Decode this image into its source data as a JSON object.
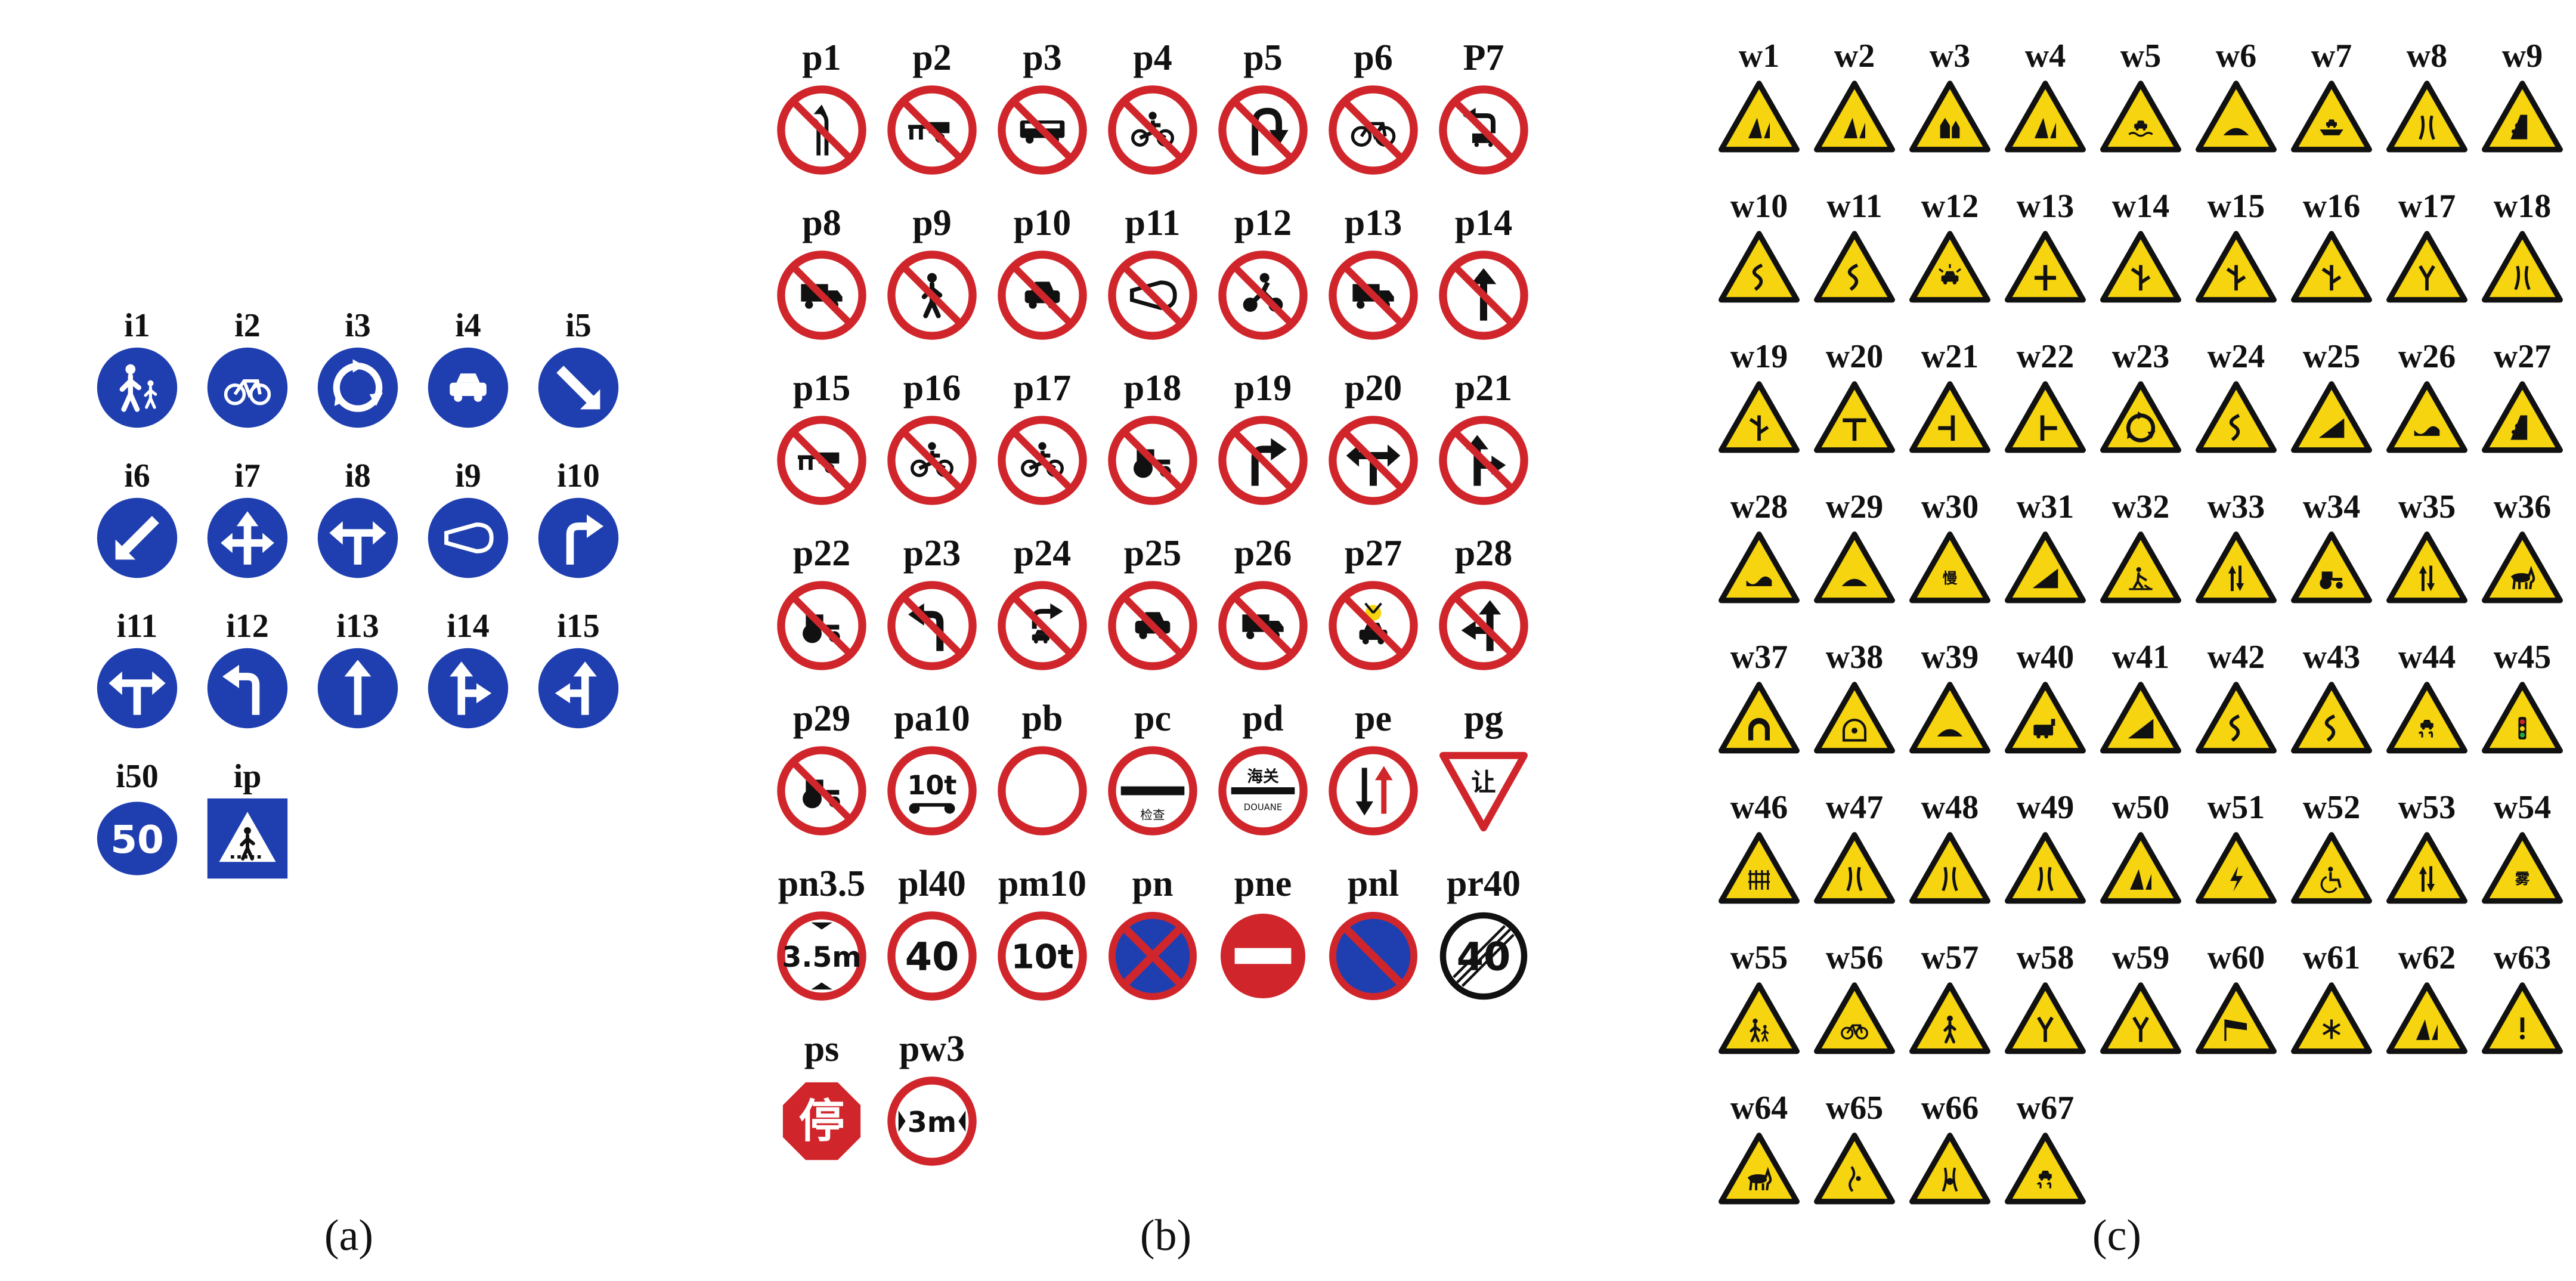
{
  "panels": [
    {
      "id": "a",
      "caption": "(a)",
      "signs": [
        {
          "code": "i1",
          "icon": "pedestrian-adult-child"
        },
        {
          "code": "i2",
          "icon": "bicycle"
        },
        {
          "code": "i3",
          "icon": "roundabout"
        },
        {
          "code": "i4",
          "icon": "car"
        },
        {
          "code": "i5",
          "icon": "arrow-down-right"
        },
        {
          "code": "i6",
          "icon": "arrow-down-left"
        },
        {
          "code": "i7",
          "icon": "arrows-straight-left-right"
        },
        {
          "code": "i8",
          "icon": "arrows-left-right-turn"
        },
        {
          "code": "i9",
          "icon": "horn"
        },
        {
          "code": "i10",
          "icon": "arrow-turn-right"
        },
        {
          "code": "i11",
          "icon": "arrows-turn-left-right"
        },
        {
          "code": "i12",
          "icon": "arrow-turn-left"
        },
        {
          "code": "i13",
          "icon": "arrow-up"
        },
        {
          "code": "i14",
          "icon": "arrows-straight-right"
        },
        {
          "code": "i15",
          "icon": "arrows-straight-left"
        },
        {
          "code": "i50",
          "icon": "number",
          "text": "50"
        },
        {
          "code": "ip",
          "icon": "pedestrian-crossing"
        }
      ]
    },
    {
      "id": "b",
      "caption": "(b)",
      "signs": [
        {
          "code": "p1",
          "icon": "no-overtaking"
        },
        {
          "code": "p2",
          "icon": "no-animal-cart"
        },
        {
          "code": "p3",
          "icon": "no-bus"
        },
        {
          "code": "p4",
          "icon": "no-tricycle"
        },
        {
          "code": "p5",
          "icon": "no-u-turn"
        },
        {
          "code": "p6",
          "icon": "no-bicycle"
        },
        {
          "code": "P7",
          "icon": "no-truck-left-turn"
        },
        {
          "code": "p8",
          "icon": "no-trailer"
        },
        {
          "code": "p9",
          "icon": "no-pedestrian"
        },
        {
          "code": "p10",
          "icon": "no-car"
        },
        {
          "code": "p11",
          "icon": "no-horn"
        },
        {
          "code": "p12",
          "icon": "no-motorcycle"
        },
        {
          "code": "p13",
          "icon": "no-tractor-car"
        },
        {
          "code": "p14",
          "icon": "no-straight"
        },
        {
          "code": "p15",
          "icon": "no-handcart"
        },
        {
          "code": "p16",
          "icon": "no-rickshaw"
        },
        {
          "code": "p17",
          "icon": "no-cycle-rickshaw"
        },
        {
          "code": "p18",
          "icon": "no-small-tractor"
        },
        {
          "code": "p19",
          "icon": "no-right-turn"
        },
        {
          "code": "p20",
          "icon": "no-left-right-turn"
        },
        {
          "code": "p21",
          "icon": "no-straight-right"
        },
        {
          "code": "p22",
          "icon": "no-tractor"
        },
        {
          "code": "p23",
          "icon": "no-left-turn"
        },
        {
          "code": "p24",
          "icon": "no-car-right-turn"
        },
        {
          "code": "p25",
          "icon": "no-small-car"
        },
        {
          "code": "p26",
          "icon": "no-truck"
        },
        {
          "code": "p27",
          "icon": "no-dangerous-goods"
        },
        {
          "code": "p28",
          "icon": "no-straight-left"
        },
        {
          "code": "p29",
          "icon": "no-tractor-large"
        },
        {
          "code": "pa10",
          "icon": "axle-limit",
          "text": "10t"
        },
        {
          "code": "pb",
          "icon": "no-vehicles-empty"
        },
        {
          "code": "pc",
          "icon": "stop-inspection",
          "text": "检查"
        },
        {
          "code": "pd",
          "icon": "customs",
          "text": "海关",
          "subtext": "DOUANE"
        },
        {
          "code": "pe",
          "icon": "oncoming-priority"
        },
        {
          "code": "pg",
          "icon": "yield",
          "text": "让"
        },
        {
          "code": "pn3.5",
          "icon": "height-limit",
          "text": "3.5m"
        },
        {
          "code": "pl40",
          "icon": "speed-limit",
          "text": "40"
        },
        {
          "code": "pm10",
          "icon": "weight-limit",
          "text": "10t"
        },
        {
          "code": "pn",
          "icon": "no-parking-cross"
        },
        {
          "code": "pne",
          "icon": "no-entry"
        },
        {
          "code": "pnl",
          "icon": "no-long-parking"
        },
        {
          "code": "pr40",
          "icon": "end-speed-limit",
          "text": "40"
        },
        {
          "code": "ps",
          "icon": "stop-octagon",
          "text": "停"
        },
        {
          "code": "pw3",
          "icon": "width-limit",
          "text": "3m"
        }
      ]
    },
    {
      "id": "c",
      "caption": "(c)",
      "signs": [
        {
          "code": "w1",
          "icon": "cliff-left"
        },
        {
          "code": "w2",
          "icon": "cliff-right"
        },
        {
          "code": "w3",
          "icon": "village"
        },
        {
          "code": "w4",
          "icon": "embankment-road"
        },
        {
          "code": "w5",
          "icon": "ford"
        },
        {
          "code": "w6",
          "icon": "hump-bridge"
        },
        {
          "code": "w7",
          "icon": "ferry"
        },
        {
          "code": "w8",
          "icon": "road-narrows-both"
        },
        {
          "code": "w9",
          "icon": "falling-rocks"
        },
        {
          "code": "w10",
          "icon": "reverse-curve-left"
        },
        {
          "code": "w11",
          "icon": "reverse-curve-right"
        },
        {
          "code": "w12",
          "icon": "accident-area"
        },
        {
          "code": "w13",
          "icon": "crossroad"
        },
        {
          "code": "w14",
          "icon": "staggered-junction-left"
        },
        {
          "code": "w15",
          "icon": "side-road-right"
        },
        {
          "code": "w16",
          "icon": "side-road-left"
        },
        {
          "code": "w17",
          "icon": "y-junction"
        },
        {
          "code": "w18",
          "icon": "narrow-bridge"
        },
        {
          "code": "w19",
          "icon": "side-road-right-2"
        },
        {
          "code": "w20",
          "icon": "t-junction"
        },
        {
          "code": "w21",
          "icon": "t-junction-left"
        },
        {
          "code": "w22",
          "icon": "t-junction-right"
        },
        {
          "code": "w23",
          "icon": "roundabout-warning"
        },
        {
          "code": "w24",
          "icon": "winding-road"
        },
        {
          "code": "w25",
          "icon": "steep-ascent"
        },
        {
          "code": "w26",
          "icon": "uneven-road"
        },
        {
          "code": "w27",
          "icon": "falling-rocks-2"
        },
        {
          "code": "w28",
          "icon": "dip"
        },
        {
          "code": "w29",
          "icon": "bump"
        },
        {
          "code": "w30",
          "icon": "slow",
          "text": "慢"
        },
        {
          "code": "w31",
          "icon": "steep-descent"
        },
        {
          "code": "w32",
          "icon": "roadworks"
        },
        {
          "code": "w33",
          "icon": "two-way-traffic"
        },
        {
          "code": "w34",
          "icon": "tractor"
        },
        {
          "code": "w35",
          "icon": "two-way"
        },
        {
          "code": "w36",
          "icon": "wild-animals"
        },
        {
          "code": "w37",
          "icon": "tunnel"
        },
        {
          "code": "w38",
          "icon": "tunnel-lights"
        },
        {
          "code": "w39",
          "icon": "hump-bridge-2"
        },
        {
          "code": "w40",
          "icon": "railway-crossing"
        },
        {
          "code": "w41",
          "icon": "slippery-slope"
        },
        {
          "code": "w42",
          "icon": "winding-road-2"
        },
        {
          "code": "w43",
          "icon": "sharp-curve"
        },
        {
          "code": "w44",
          "icon": "slippery-road"
        },
        {
          "code": "w45",
          "icon": "traffic-light"
        },
        {
          "code": "w46",
          "icon": "guarded-railway"
        },
        {
          "code": "w47",
          "icon": "road-narrows"
        },
        {
          "code": "w48",
          "icon": "road-narrows-right"
        },
        {
          "code": "w49",
          "icon": "narrow-road"
        },
        {
          "code": "w50",
          "icon": "embankment"
        },
        {
          "code": "w51",
          "icon": "lightning"
        },
        {
          "code": "w52",
          "icon": "disabled"
        },
        {
          "code": "w53",
          "icon": "lane-divider"
        },
        {
          "code": "w54",
          "icon": "fog",
          "text": "雾"
        },
        {
          "code": "w55",
          "icon": "children"
        },
        {
          "code": "w56",
          "icon": "cyclists"
        },
        {
          "code": "w57",
          "icon": "pedestrians"
        },
        {
          "code": "w58",
          "icon": "merge-left"
        },
        {
          "code": "w59",
          "icon": "merge-right"
        },
        {
          "code": "w60",
          "icon": "crosswind"
        },
        {
          "code": "w61",
          "icon": "snow-ice"
        },
        {
          "code": "w62",
          "icon": "cliff-right-2"
        },
        {
          "code": "w63",
          "icon": "exclamation"
        },
        {
          "code": "w64",
          "icon": "cattle"
        },
        {
          "code": "w65",
          "icon": "queue"
        },
        {
          "code": "w66",
          "icon": "road-hazard"
        },
        {
          "code": "w67",
          "icon": "car-skid"
        }
      ]
    }
  ],
  "colors": {
    "blue": "#1f3fb0",
    "red": "#d0262b",
    "yellow": "#f6d40f",
    "black": "#111111",
    "white": "#ffffff"
  }
}
